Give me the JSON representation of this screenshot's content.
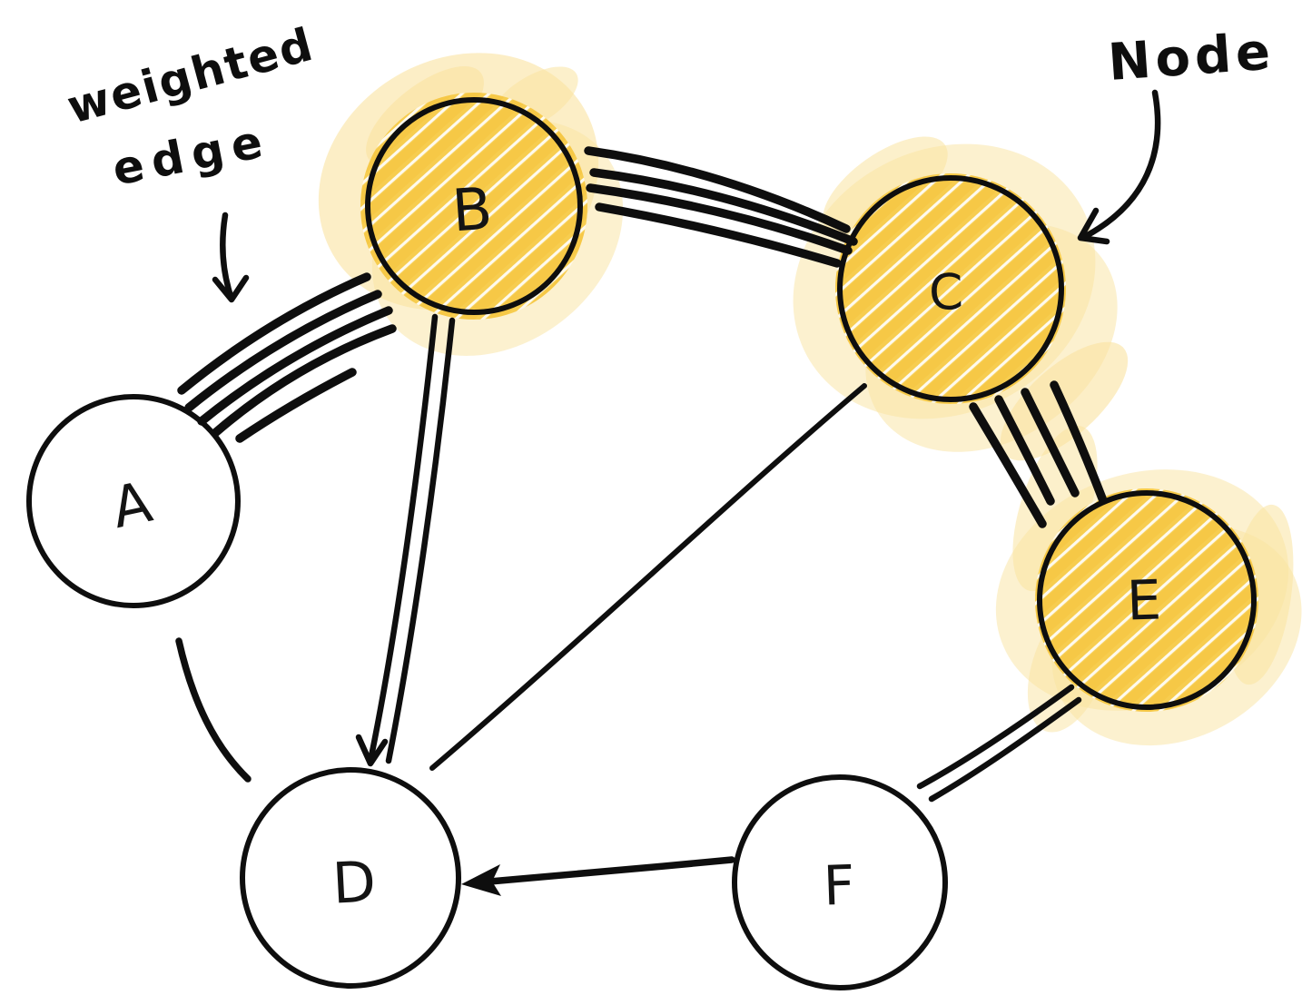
{
  "diagram": {
    "kind": "hand-drawn weighted graph sketch",
    "background": "#ffffff",
    "colors": {
      "ink": "#0e0e0e",
      "highlight": "#f7cd4f",
      "highlight_light": "#fae3a0",
      "highlight_streak": "#ffffff"
    },
    "annotations": {
      "weighted_edge": {
        "line1": "weighted",
        "line2": "edge",
        "points_to": "edge A-B"
      },
      "node": {
        "text": "Node",
        "points_to": "node C"
      }
    },
    "nodes": [
      {
        "id": "A",
        "label": "A",
        "highlighted": false
      },
      {
        "id": "B",
        "label": "B",
        "highlighted": true
      },
      {
        "id": "C",
        "label": "C",
        "highlighted": true
      },
      {
        "id": "D",
        "label": "D",
        "highlighted": false
      },
      {
        "id": "E",
        "label": "E",
        "highlighted": true
      },
      {
        "id": "F",
        "label": "F",
        "highlighted": false
      }
    ],
    "edges": [
      {
        "from": "A",
        "to": "B",
        "style": "thick-multi-stroke",
        "weighted": true
      },
      {
        "from": "B",
        "to": "C",
        "style": "thick-multi-stroke",
        "weighted": true
      },
      {
        "from": "C",
        "to": "E",
        "style": "thick-multi-stroke",
        "weighted": true
      },
      {
        "from": "B",
        "to": "D",
        "style": "double-line",
        "arrow_to": "D"
      },
      {
        "from": "C",
        "to": "D",
        "style": "single-line"
      },
      {
        "from": "A",
        "to": "D",
        "style": "single-curved-line"
      },
      {
        "from": "E",
        "to": "F",
        "style": "double-line"
      },
      {
        "from": "F",
        "to": "D",
        "style": "single-line",
        "arrow_to": "D"
      }
    ]
  }
}
